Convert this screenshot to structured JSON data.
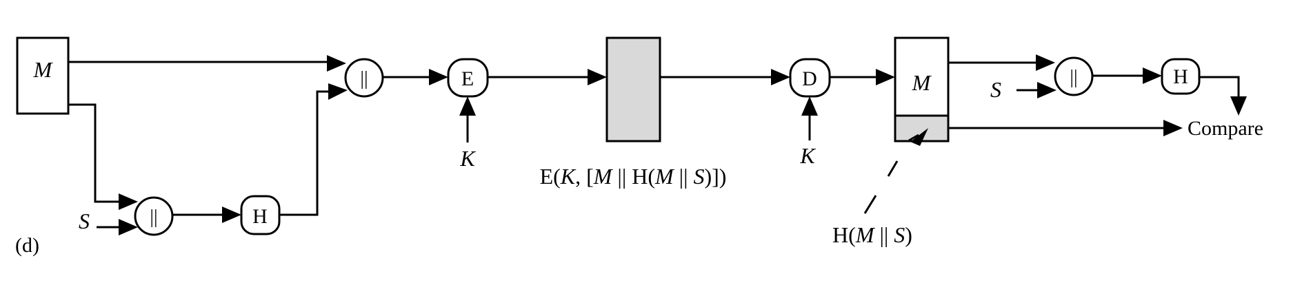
{
  "panel_label": "(d)",
  "sender": {
    "message_box": "M",
    "secret": "S",
    "concat_top": "||",
    "concat_bottom": "||",
    "hash": "H",
    "encrypt": "E",
    "key": "K"
  },
  "ciphertext_label": {
    "a": "E(",
    "b": "K",
    "c": ", [",
    "d": "M",
    "e": " || H(",
    "f": "M",
    "g": " || ",
    "h": "S",
    "i": ")])"
  },
  "receiver": {
    "decrypt": "D",
    "key": "K",
    "message_box": "M",
    "secret": "S",
    "concat": "||",
    "hash": "H",
    "compare": "Compare"
  },
  "hash_label": {
    "a": "H(",
    "b": "M",
    "c": " || ",
    "d": "S",
    "e": ")"
  }
}
